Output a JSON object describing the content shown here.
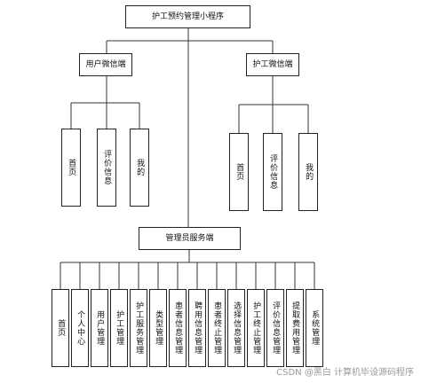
{
  "diagram": {
    "root": {
      "label": "护工预约管理小程序"
    },
    "user_app": {
      "label": "用户微信端",
      "children": [
        "首页",
        "评价信息",
        "我的"
      ]
    },
    "nurse_app": {
      "label": "护工微信端",
      "children": [
        "首页",
        "评价信息",
        "我的"
      ]
    },
    "admin_side": {
      "label": "管理员服务端",
      "children": [
        "首页",
        "个人中心",
        "用户管理",
        "护工管理",
        "护工服务管理",
        "类型管理",
        "患者信息管理",
        "聘用信息管理",
        "患者终止管理",
        "选择信息管理",
        "护工终止管理",
        "评价信息管理",
        "提取费用管理",
        "系统管理"
      ]
    }
  },
  "watermark": "CSDN @黑白      计算机毕设源码程序"
}
